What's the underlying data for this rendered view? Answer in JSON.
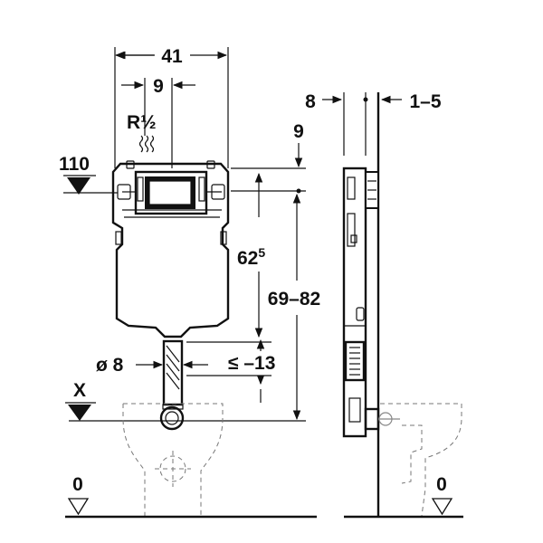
{
  "dimensions": {
    "width_total": "41",
    "pipe_offset": "9",
    "thread": "R½",
    "top_offset": "9",
    "height_mark": "110",
    "inlet_height": "62",
    "inlet_height_sup": "5",
    "height_range": "69–82",
    "pipe_diameter": "ø 8",
    "pipe_projection": "≤ –13",
    "depth": "8",
    "depth_range": "1–5"
  },
  "levels": {
    "axis_label": "X",
    "floor_front": "0",
    "floor_side": "0"
  }
}
